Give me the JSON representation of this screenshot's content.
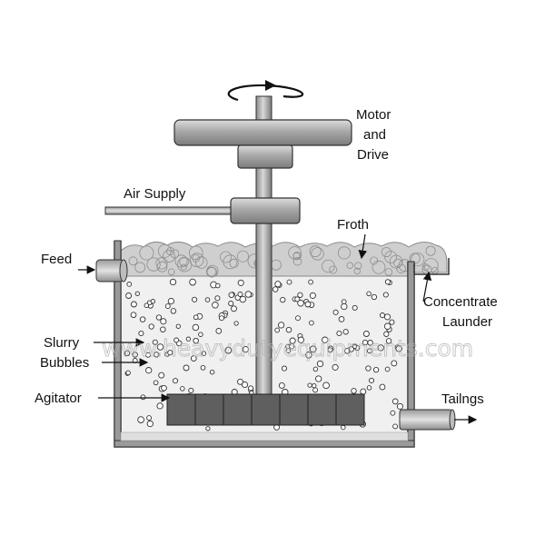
{
  "labels": {
    "motor_line1": "Motor",
    "motor_line2": "and",
    "motor_line3": "Drive",
    "air_supply": "Air Supply",
    "froth": "Froth",
    "feed": "Feed",
    "concentrate_line1": "Concentrate",
    "concentrate_line2": "Launder",
    "slurry": "Slurry",
    "bubbles": "Bubbles",
    "agitator": "Agitator",
    "tailings": "Tailngs"
  },
  "watermark": "www.heavydutyequipments.com",
  "colors": {
    "metal_light": "#c8c8c8",
    "metal_mid": "#9a9a9a",
    "metal_dark": "#6e6e6e",
    "slurry": "#f0f0f0",
    "froth": "#cfcfcf",
    "agitator": "#5f5f5f",
    "outline": "#2a2a2a"
  }
}
